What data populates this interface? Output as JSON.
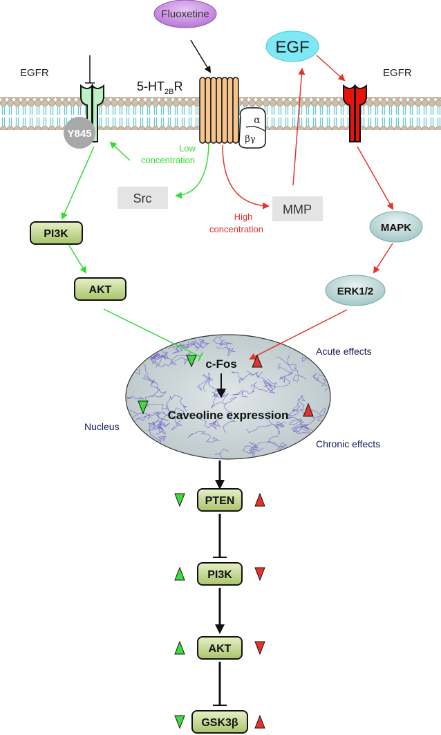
{
  "ligands": {
    "fluoxetine": "Fluoxetine",
    "egf": "EGF"
  },
  "receptors": {
    "egfr_left": "EGFR",
    "egfr_right": "EGFR",
    "ht2b_prefix": "5-HT",
    "ht2b_sub": "2B",
    "ht2b_suffix": "R",
    "y845": "Y845",
    "g_alpha": "α",
    "g_betagamma": "βγ"
  },
  "labels": {
    "low_conc_1": "Low",
    "low_conc_2": "concentration",
    "high_conc_1": "High",
    "high_conc_2": "concentration",
    "src": "Src",
    "mmp": "MMP",
    "pi3k_top": "PI3K",
    "akt_top": "AKT",
    "mapk": "MAPK",
    "erk": "ERK1/2",
    "nucleus": "Nucleus",
    "acute": "Acute effects",
    "chronic": "Chronic effects",
    "cfos": "c-Fos",
    "caveoline": "Caveoline expression"
  },
  "cascade": [
    {
      "label": "PTEN",
      "left": "down",
      "right": "up"
    },
    {
      "label": "PI3K",
      "left": "up",
      "right": "down"
    },
    {
      "label": "AKT",
      "left": "up",
      "right": "down"
    },
    {
      "label": "GSK3β",
      "left": "down",
      "right": "up"
    }
  ],
  "colors": {
    "low_path": "#33dd33",
    "high_path": "#e8312a",
    "fluoxetine_fill": "#c78fe0",
    "egf_fill": "#7fe8f5",
    "egfr_left_fill": "#bdf0c4",
    "egfr_right_fill": "#e8130f",
    "ht2b_fill": "#f5c48f",
    "box_fill": "#c8dd9a",
    "nucleus_fill": "#c9d4d6",
    "dna": "#6a4fc8"
  }
}
